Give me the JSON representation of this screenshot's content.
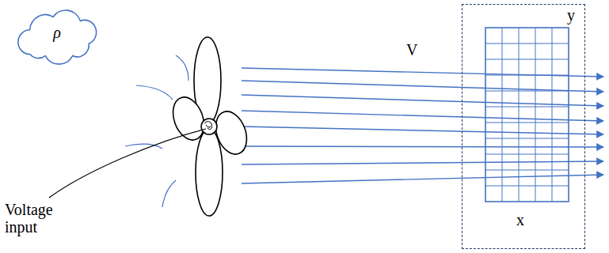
{
  "diagram": {
    "nodes": [
      {
        "text": [
          "ρ"
        ]
      },
      {
        "text": [
          "y",
          "x"
        ]
      }
    ],
    "labels": [
      "V",
      "Voltage input"
    ]
  }
}
